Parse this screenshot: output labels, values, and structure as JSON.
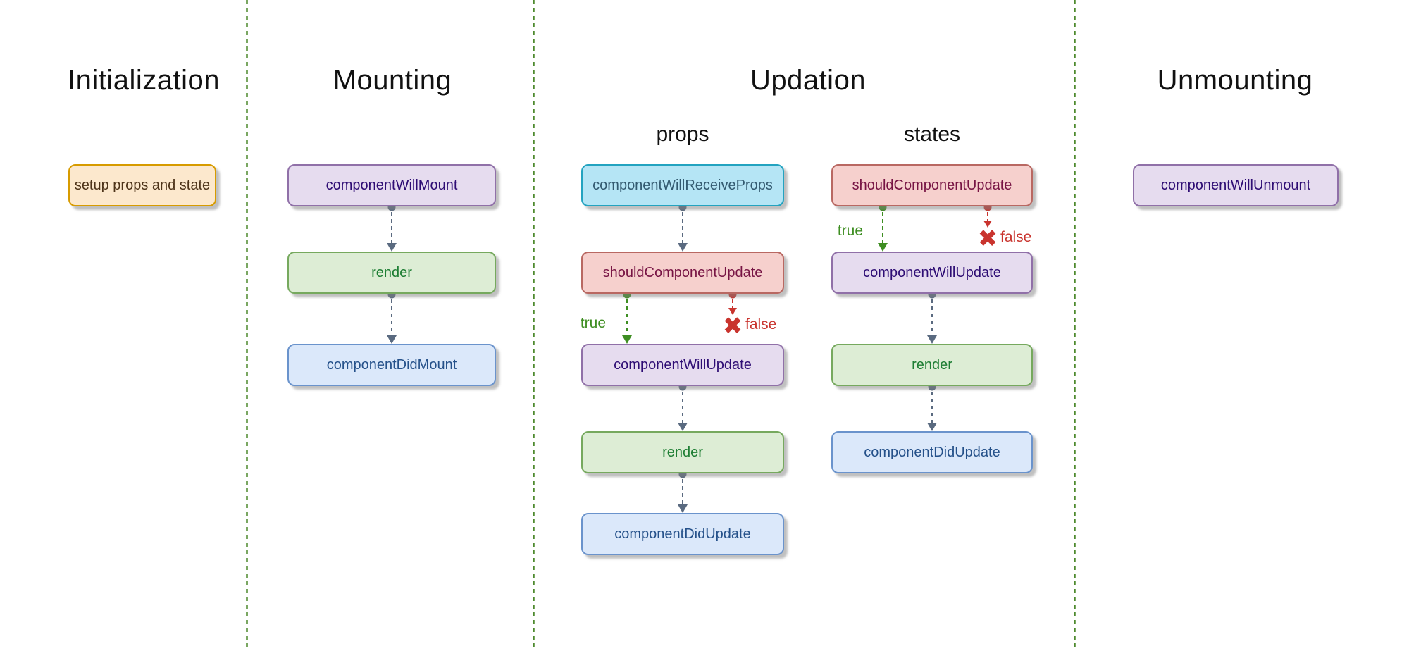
{
  "palette": {
    "bg": "#ffffff",
    "divider": "#4e8a2e",
    "arrow": "#5a6a80",
    "trueGreen": "#3e8e22",
    "falseRed": "#c9342e",
    "orangeFill": "#fce8cd",
    "orangeStroke": "#d79b00",
    "orangeText": "#4d3319",
    "purpleFill": "#e6dcef",
    "purpleStroke": "#9070a8",
    "purpleText": "#2e0d74",
    "greenFill": "#ddedd5",
    "greenStroke": "#76a95e",
    "greenText": "#1e7e34",
    "blueFill": "#dbe8fa",
    "blueStroke": "#6a93cc",
    "blueText": "#25518a",
    "cyanFill": "#b5e5f5",
    "cyanStroke": "#23a3c0",
    "cyanText": "#335a70",
    "redFill": "#f6d0cd",
    "redStroke": "#b96862",
    "redText": "#771444",
    "titleColor": "#111111"
  },
  "sections": [
    {
      "title": "Initialization",
      "columns": [
        {
          "header": "",
          "nodes": [
            {
              "label": "setup props and state",
              "type": "orange"
            }
          ]
        }
      ]
    },
    {
      "title": "Mounting",
      "columns": [
        {
          "header": "",
          "nodes": [
            {
              "label": "componentWillMount",
              "type": "purple"
            },
            {
              "label": "render",
              "type": "green"
            },
            {
              "label": "componentDidMount",
              "type": "blue"
            }
          ]
        }
      ]
    },
    {
      "title": "Updation",
      "columns": [
        {
          "header": "props",
          "nodes": [
            {
              "label": "componentWillReceiveProps",
              "type": "cyan"
            },
            {
              "label": "shouldComponentUpdate",
              "type": "red"
            },
            {
              "label": "componentWillUpdate",
              "type": "purple"
            },
            {
              "label": "render",
              "type": "green"
            },
            {
              "label": "componentDidUpdate",
              "type": "blue"
            }
          ]
        },
        {
          "header": "states",
          "nodes": [
            {
              "label": "shouldComponentUpdate",
              "type": "red"
            },
            {
              "label": "componentWillUpdate",
              "type": "purple"
            },
            {
              "label": "render",
              "type": "green"
            },
            {
              "label": "componentDidUpdate",
              "type": "blue"
            }
          ]
        }
      ]
    },
    {
      "title": "Unmounting",
      "columns": [
        {
          "header": "",
          "nodes": [
            {
              "label": "componentWillUnmount",
              "type": "purple"
            }
          ]
        }
      ]
    }
  ],
  "edges": {
    "true_label": "true",
    "false_label": "false",
    "false_icon": "✖"
  }
}
